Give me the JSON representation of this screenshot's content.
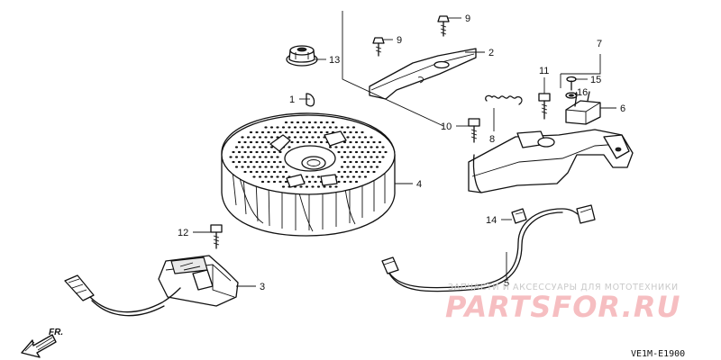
{
  "callouts": [
    "1",
    "2",
    "3",
    "4",
    "5",
    "6",
    "7",
    "8",
    "9",
    "9",
    "10",
    "11",
    "12",
    "13",
    "14",
    "15",
    "16"
  ],
  "direction": {
    "label": "FR."
  },
  "watermark": {
    "caption": "ЗАПЧАСТИ И АКСЕССУАРЫ ДЛЯ МОТОТЕХНИКИ",
    "brand": "PARTSFOR.RU"
  },
  "diagram_code": "VE1M-E1900"
}
